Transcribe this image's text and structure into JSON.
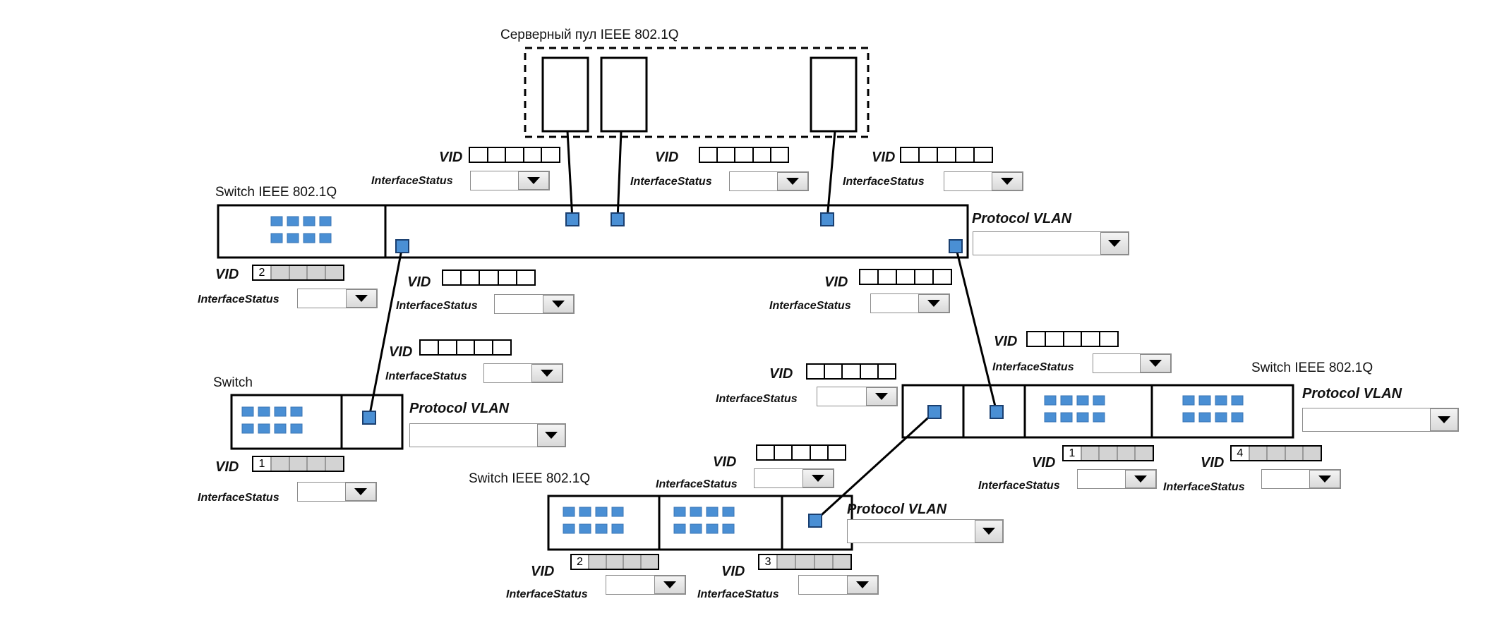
{
  "labels": {
    "server_pool": "Серверный пул IEEE 802.1Q",
    "switch_top": "Switch IEEE 802.1Q",
    "switch_left": "Switch",
    "switch_right": "Switch IEEE 802.1Q",
    "switch_bottom": "Switch IEEE 802.1Q",
    "vid": "VID",
    "interface_status": "InterfaceStatus",
    "protocol_vlan": "Protocol VLAN"
  },
  "vid_values": {
    "top_switch_left": "2",
    "left_switch_bottom": "1",
    "right_switch_mid": "1",
    "right_switch_right": "4",
    "bottom_switch_left": "2",
    "bottom_switch_mid": "3"
  },
  "colors": {
    "port_fill": "#4a8fd4",
    "port_stroke": "#1a3f70",
    "shaded_cell": "#d3d3d3"
  }
}
